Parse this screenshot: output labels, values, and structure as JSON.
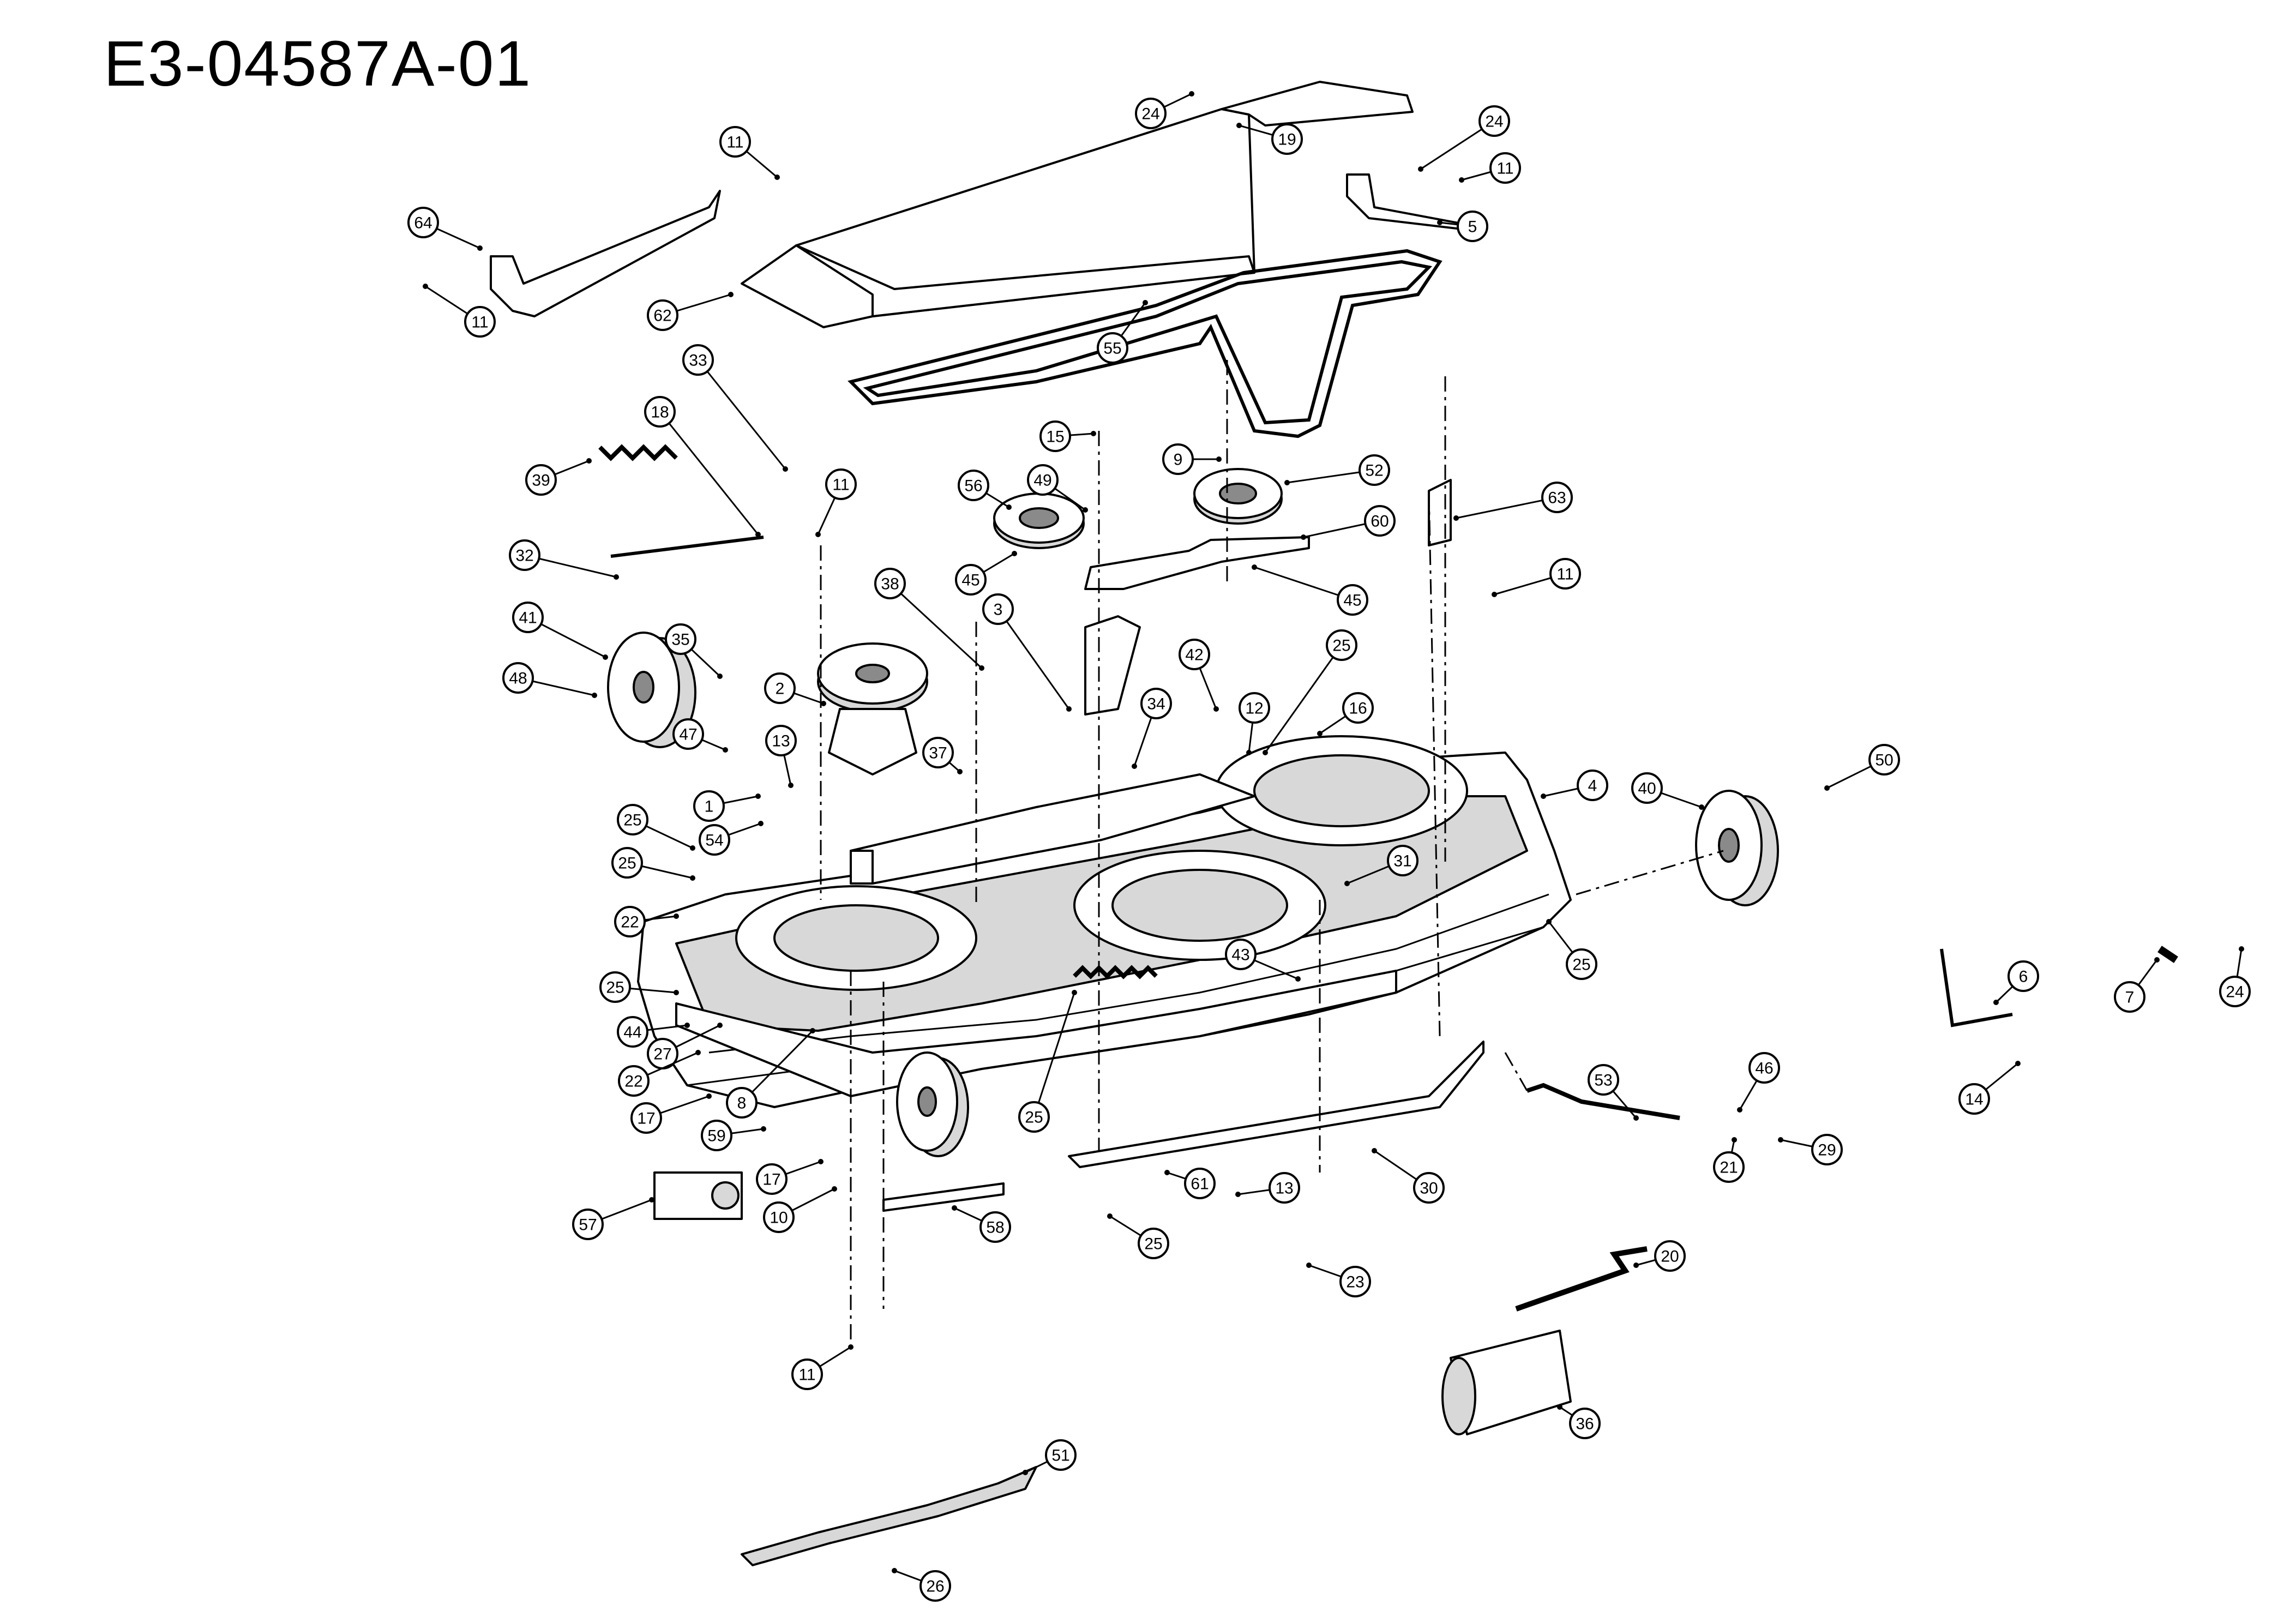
{
  "title": "E3-04587A-01",
  "callouts": [
    {
      "label": "24"
    },
    {
      "label": "19"
    },
    {
      "label": "24"
    },
    {
      "label": "11"
    },
    {
      "label": "5"
    },
    {
      "label": "11"
    },
    {
      "label": "64"
    },
    {
      "label": "11"
    },
    {
      "label": "62"
    },
    {
      "label": "55"
    },
    {
      "label": "33"
    },
    {
      "label": "18"
    },
    {
      "label": "39"
    },
    {
      "label": "15"
    },
    {
      "label": "9"
    },
    {
      "label": "52"
    },
    {
      "label": "63"
    },
    {
      "label": "11"
    },
    {
      "label": "56"
    },
    {
      "label": "49"
    },
    {
      "label": "60"
    },
    {
      "label": "32"
    },
    {
      "label": "45"
    },
    {
      "label": "45"
    },
    {
      "label": "11"
    },
    {
      "label": "38"
    },
    {
      "label": "3"
    },
    {
      "label": "41"
    },
    {
      "label": "35"
    },
    {
      "label": "25"
    },
    {
      "label": "42"
    },
    {
      "label": "48"
    },
    {
      "label": "2"
    },
    {
      "label": "34"
    },
    {
      "label": "12"
    },
    {
      "label": "16"
    },
    {
      "label": "4"
    },
    {
      "label": "47"
    },
    {
      "label": "13"
    },
    {
      "label": "37"
    },
    {
      "label": "50"
    },
    {
      "label": "40"
    },
    {
      "label": "1"
    },
    {
      "label": "25"
    },
    {
      "label": "54"
    },
    {
      "label": "25"
    },
    {
      "label": "31"
    },
    {
      "label": "22"
    },
    {
      "label": "25"
    },
    {
      "label": "6"
    },
    {
      "label": "43"
    },
    {
      "label": "25"
    },
    {
      "label": "7"
    },
    {
      "label": "24"
    },
    {
      "label": "44"
    },
    {
      "label": "27"
    },
    {
      "label": "22"
    },
    {
      "label": "8"
    },
    {
      "label": "25"
    },
    {
      "label": "53"
    },
    {
      "label": "46"
    },
    {
      "label": "14"
    },
    {
      "label": "17"
    },
    {
      "label": "59"
    },
    {
      "label": "17"
    },
    {
      "label": "21"
    },
    {
      "label": "29"
    },
    {
      "label": "61"
    },
    {
      "label": "30"
    },
    {
      "label": "13"
    },
    {
      "label": "10"
    },
    {
      "label": "57"
    },
    {
      "label": "58"
    },
    {
      "label": "25"
    },
    {
      "label": "20"
    },
    {
      "label": "23"
    },
    {
      "label": "11"
    },
    {
      "label": "36"
    },
    {
      "label": "51"
    },
    {
      "label": "26"
    }
  ]
}
